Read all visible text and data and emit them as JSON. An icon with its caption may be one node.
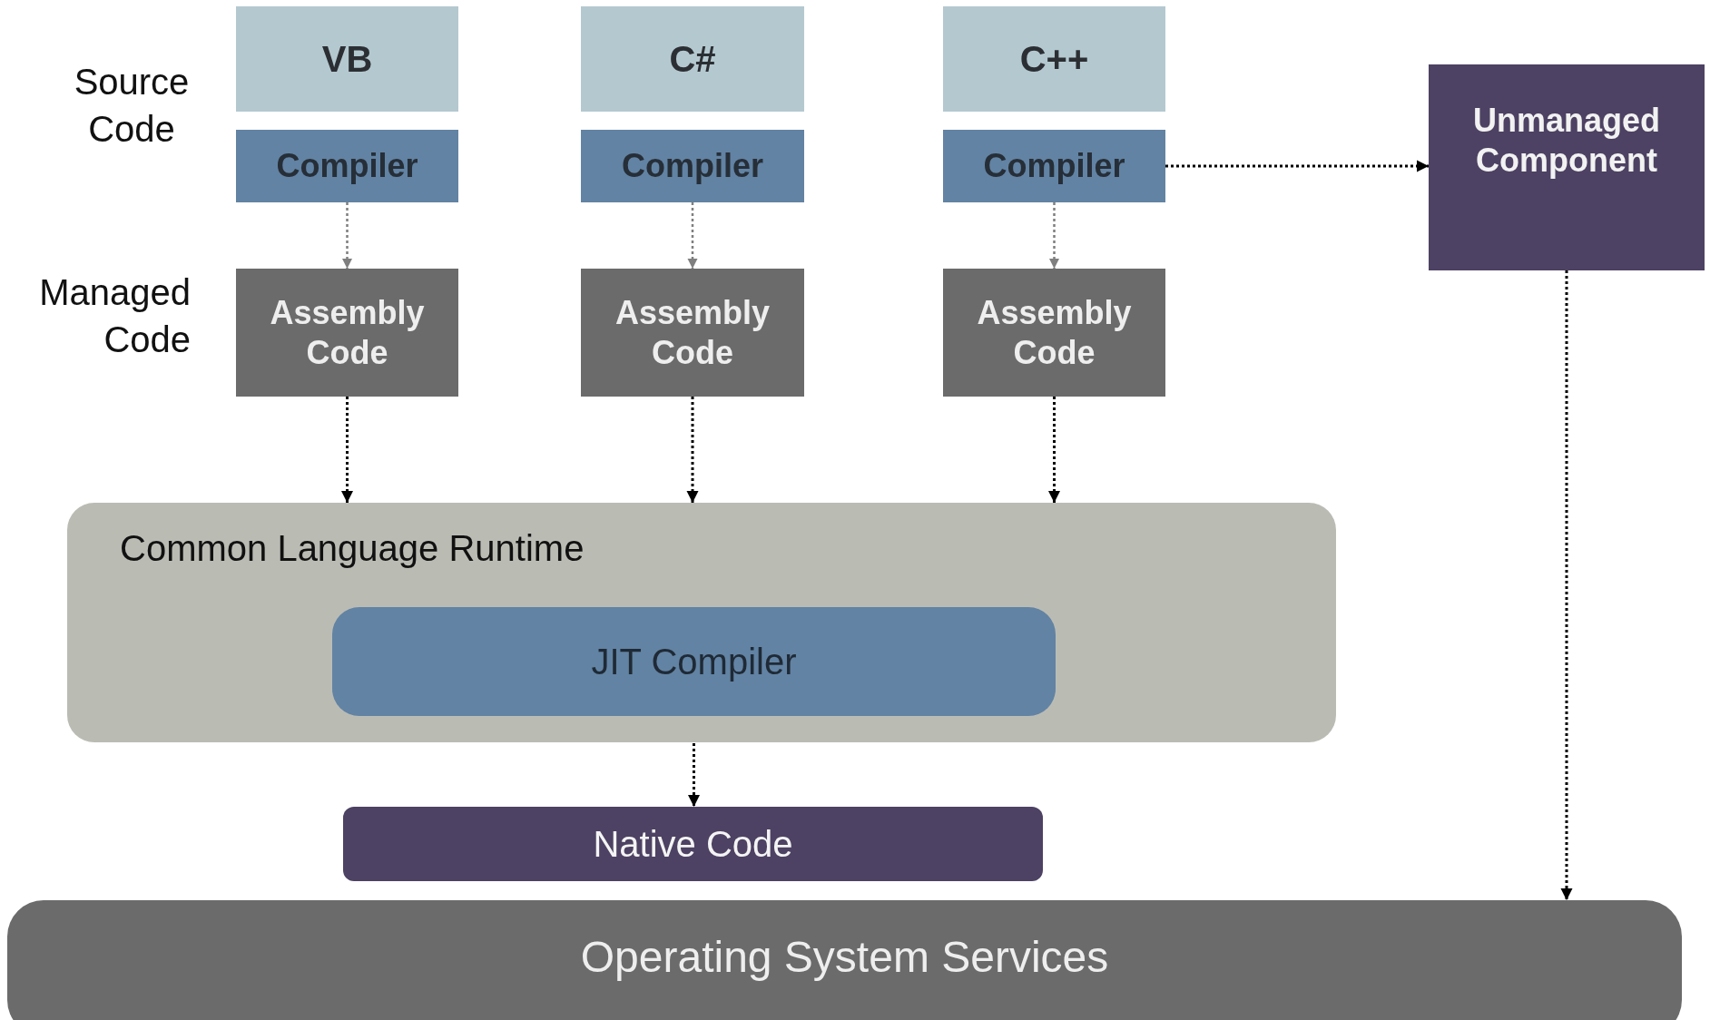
{
  "diagram": {
    "nodes": [
      {
        "text": [
          "VB"
        ]
      },
      {
        "text": [
          "Compiler"
        ]
      },
      {
        "text": [
          "Assembly Code"
        ]
      },
      {
        "text": [
          "C#"
        ]
      },
      {
        "text": [
          "Compiler"
        ]
      },
      {
        "text": [
          "Assembly Code"
        ]
      },
      {
        "text": [
          "C++"
        ]
      },
      {
        "text": [
          "Compiler"
        ]
      },
      {
        "text": [
          "Assembly Code"
        ]
      },
      {
        "text": [
          "Unmanaged Component"
        ]
      },
      {
        "text": [
          "Common Language Runtime"
        ]
      },
      {
        "text": [
          "JIT Compiler"
        ],
        "in": 10
      },
      {
        "text": [
          "Native Code"
        ]
      },
      {
        "text": [
          "Operating System Services"
        ]
      }
    ],
    "edges": [
      {
        "from": 1,
        "to": 2,
        "arrow": "to",
        "color": "#7f7f7f"
      },
      {
        "from": 4,
        "to": 5,
        "arrow": "to",
        "color": "#7f7f7f"
      },
      {
        "from": 7,
        "to": 8,
        "arrow": "to",
        "color": "#7f7f7f"
      },
      {
        "from": 2,
        "to": 10,
        "arrow": "to"
      },
      {
        "from": 5,
        "to": 10,
        "arrow": "to"
      },
      {
        "from": 8,
        "to": 10,
        "arrow": "to"
      },
      {
        "from": 7,
        "to": 9,
        "arrow": "to"
      },
      {
        "from": 11,
        "to": 12,
        "arrow": "to"
      },
      {
        "from": 9,
        "to": 13,
        "arrow": "to"
      }
    ],
    "labels": [
      "Source Code",
      "Managed Code"
    ]
  }
}
